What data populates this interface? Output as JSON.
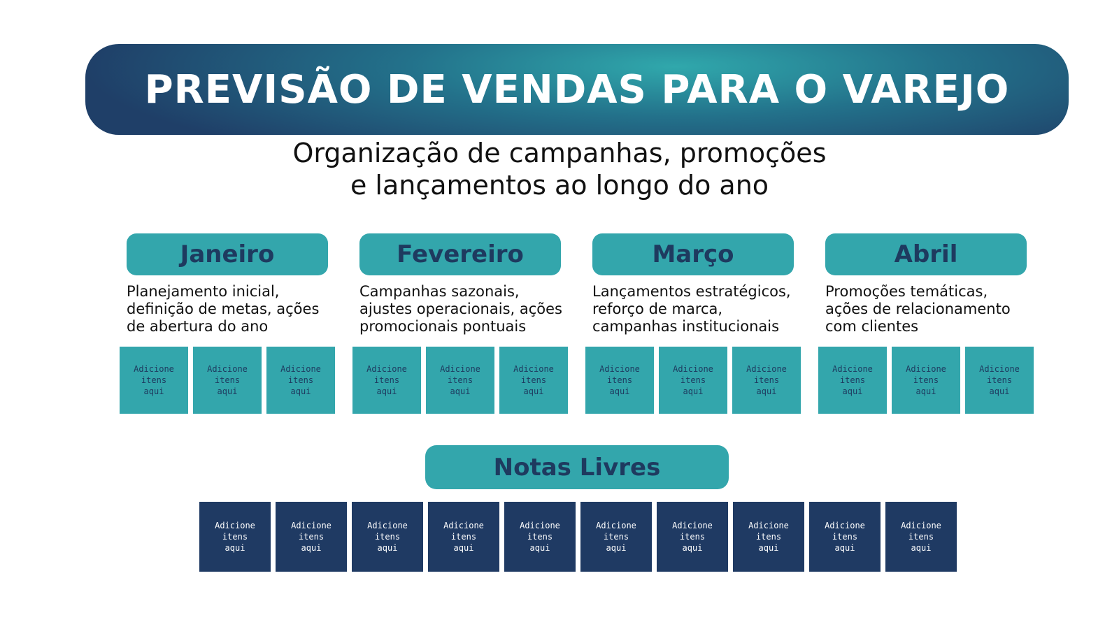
{
  "header": {
    "title": "PREVISÃO DE VENDAS PARA O VAREJO",
    "subtitle_line1": "Organização de campanhas, promoções",
    "subtitle_line2": "e lançamentos ao longo do ano"
  },
  "months": [
    {
      "name": "Janeiro",
      "desc": [
        "Planejamento inicial,",
        "definição de metas, ações",
        "de abertura do ano"
      ],
      "cards": [
        [
          "Adicione",
          "itens",
          "aqui"
        ],
        [
          "Adicione",
          "itens",
          "aqui"
        ],
        [
          "Adicione",
          "itens",
          "aqui"
        ]
      ]
    },
    {
      "name": "Fevereiro",
      "desc": [
        "Campanhas sazonais,",
        "ajustes operacionais, ações",
        "promocionais pontuais"
      ],
      "cards": [
        [
          "Adicione",
          "itens",
          "aqui"
        ],
        [
          "Adicione",
          "itens",
          "aqui"
        ],
        [
          "Adicione",
          "itens",
          "aqui"
        ]
      ]
    },
    {
      "name": "Março",
      "desc": [
        "Lançamentos estratégicos,",
        "reforço de marca,",
        "campanhas institucionais"
      ],
      "cards": [
        [
          "Adicione",
          "itens",
          "aqui"
        ],
        [
          "Adicione",
          "itens",
          "aqui"
        ],
        [
          "Adicione",
          "itens",
          "aqui"
        ]
      ]
    },
    {
      "name": "Abril",
      "desc": [
        "Promoções temáticas,",
        "ações de relacionamento",
        "com clientes"
      ],
      "cards": [
        [
          "Adicione",
          "itens",
          "aqui"
        ],
        [
          "Adicione",
          "itens",
          "aqui"
        ],
        [
          "Adicione",
          "itens",
          "aqui"
        ]
      ]
    }
  ],
  "notes": {
    "title": "Notas Livres",
    "cards": [
      [
        "Adicione",
        "itens",
        "aqui"
      ],
      [
        "Adicione",
        "itens",
        "aqui"
      ],
      [
        "Adicione",
        "itens",
        "aqui"
      ],
      [
        "Adicione",
        "itens",
        "aqui"
      ],
      [
        "Adicione",
        "itens",
        "aqui"
      ],
      [
        "Adicione",
        "itens",
        "aqui"
      ],
      [
        "Adicione",
        "itens",
        "aqui"
      ],
      [
        "Adicione",
        "itens",
        "aqui"
      ],
      [
        "Adicione",
        "itens",
        "aqui"
      ],
      [
        "Adicione",
        "itens",
        "aqui"
      ]
    ]
  },
  "colors": {
    "teal": "#33a6ac",
    "navy": "#1f3a63",
    "banner_dark": "#1f3f68"
  }
}
